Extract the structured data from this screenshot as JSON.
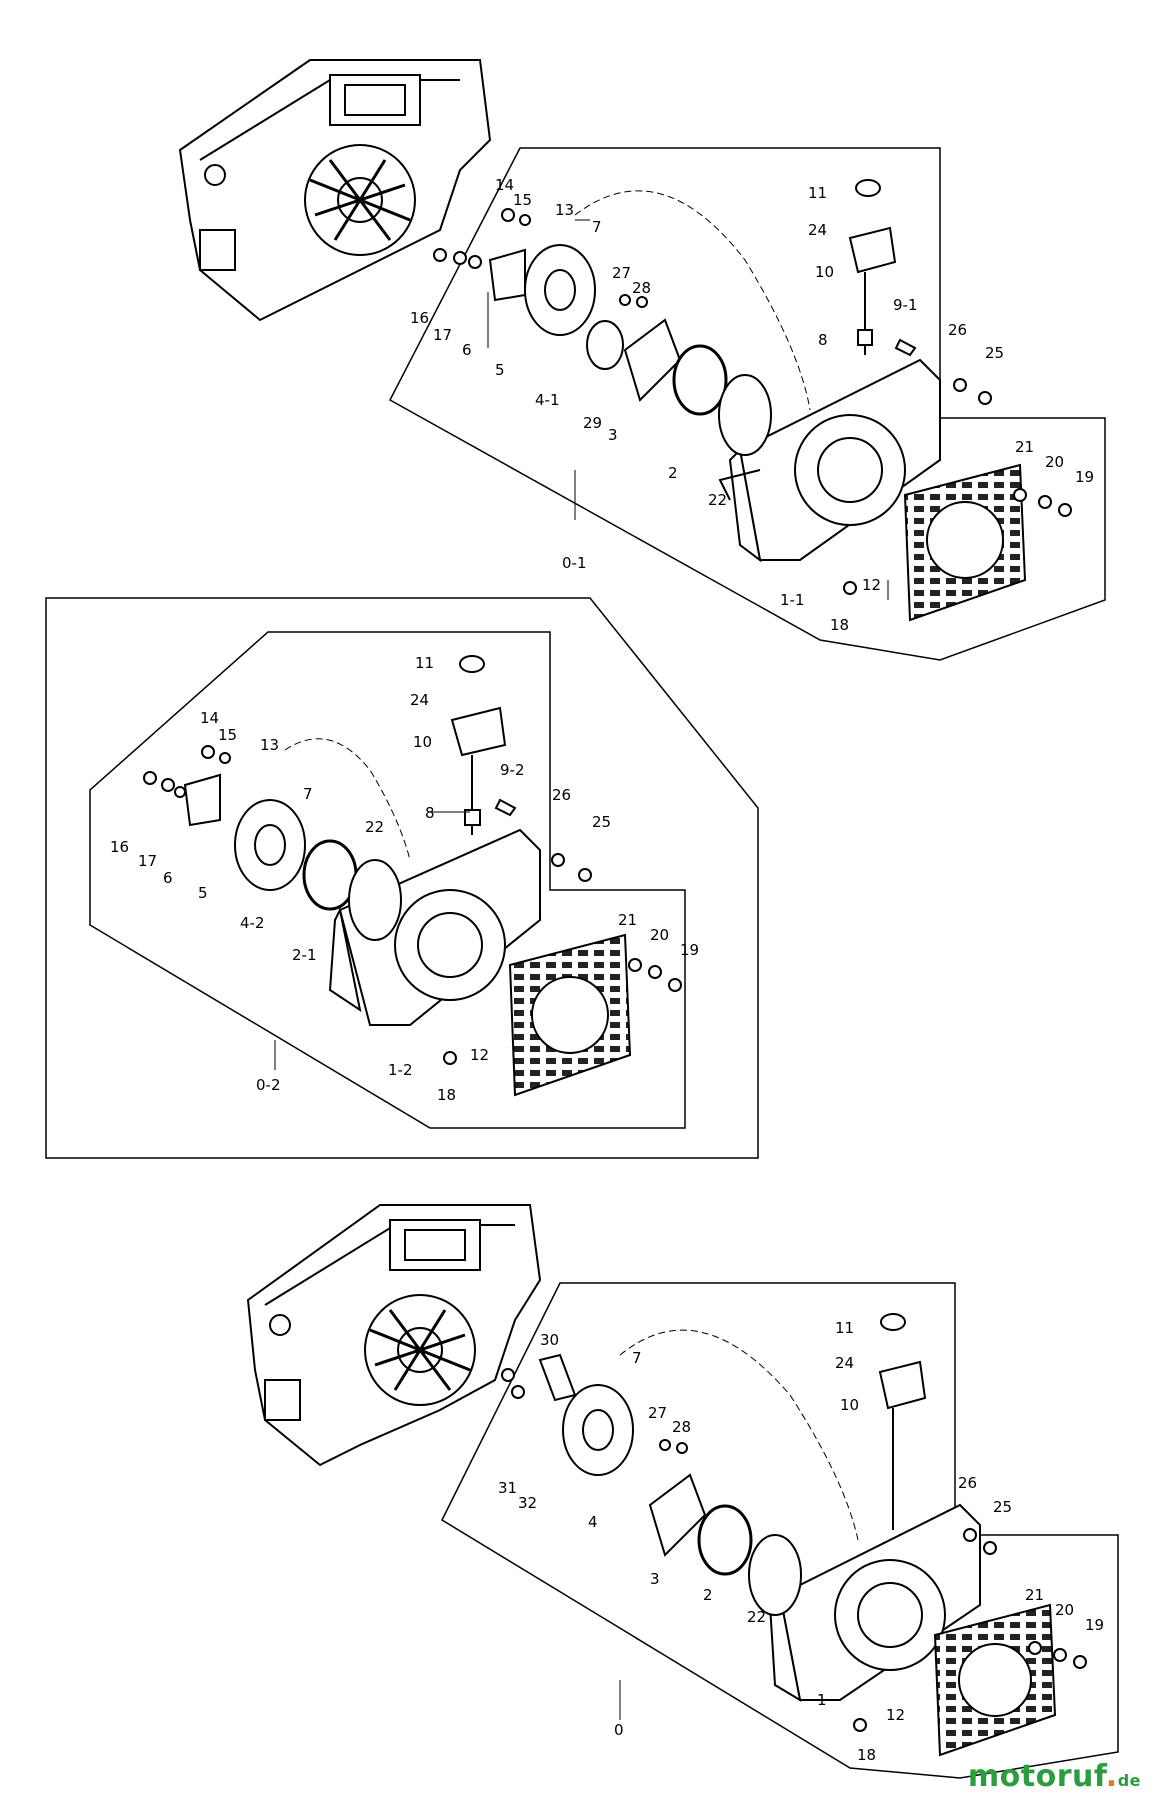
{
  "groups": [
    {
      "id": "top",
      "labels": [
        "11",
        "24",
        "10",
        "9-1",
        "8",
        "26",
        "25",
        "21",
        "20",
        "19",
        "18",
        "12",
        "1-1",
        "22",
        "2",
        "3",
        "29",
        "4-1",
        "5",
        "6",
        "17",
        "16",
        "14",
        "15",
        "13",
        "7",
        "27",
        "28",
        "0-1"
      ]
    },
    {
      "id": "middle",
      "labels": [
        "11",
        "24",
        "10",
        "9-2",
        "8",
        "26",
        "25",
        "14",
        "15",
        "13",
        "7",
        "16",
        "17",
        "6",
        "5",
        "4-2",
        "22",
        "2-1",
        "21",
        "20",
        "19",
        "12",
        "1-2",
        "18",
        "0-2"
      ]
    },
    {
      "id": "bottom",
      "labels": [
        "11",
        "24",
        "10",
        "30",
        "7",
        "27",
        "28",
        "26",
        "25",
        "31",
        "32",
        "4",
        "3",
        "2",
        "22",
        "21",
        "20",
        "19",
        "12",
        "1",
        "18",
        "0"
      ]
    }
  ],
  "watermark": {
    "brand": "motoruf",
    "tld": "de"
  }
}
